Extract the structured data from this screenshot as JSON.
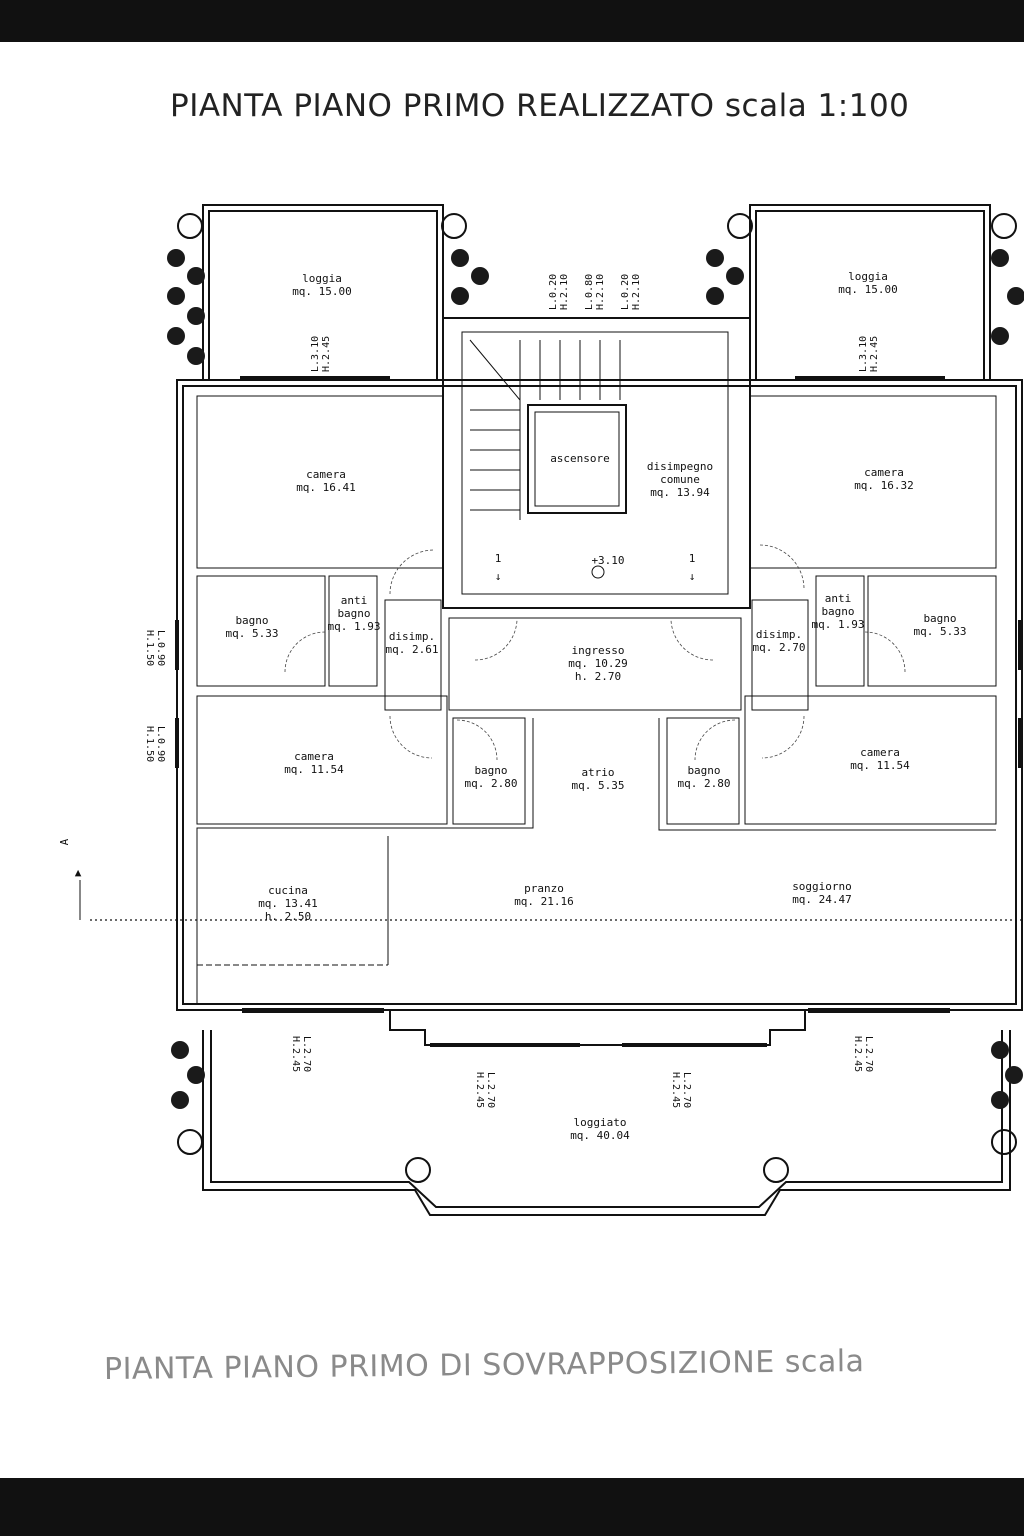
{
  "title_main": "PIANTA PIANO PRIMO REALIZZATO scala 1:100",
  "title_sub": "PIANTA PIANO PRIMO DI SOVRAPPOSIZIONE scala",
  "section_marker": "A",
  "level_marker": "+3.10",
  "stair_arrows": [
    "1",
    "1"
  ],
  "rooms": [
    {
      "id": "loggia-left",
      "lines": [
        "loggia",
        "mq. 15.00"
      ]
    },
    {
      "id": "loggia-right",
      "lines": [
        "loggia",
        "mq. 15.00"
      ]
    },
    {
      "id": "camera-top-left",
      "lines": [
        "camera",
        "mq. 16.41"
      ]
    },
    {
      "id": "camera-top-right",
      "lines": [
        "camera",
        "mq. 16.32"
      ]
    },
    {
      "id": "ascensore",
      "lines": [
        "ascensore"
      ]
    },
    {
      "id": "disimpegno-comune",
      "lines": [
        "disimpegno",
        "comune",
        "mq. 13.94"
      ]
    },
    {
      "id": "bagno-left",
      "lines": [
        "bagno",
        "mq. 5.33"
      ]
    },
    {
      "id": "antibagno-left",
      "lines": [
        "anti",
        "bagno",
        "mq. 1.93"
      ]
    },
    {
      "id": "disimp-left",
      "lines": [
        "disimp.",
        "mq. 2.61"
      ]
    },
    {
      "id": "ingresso",
      "lines": [
        "ingresso",
        "mq. 10.29",
        "h. 2.70"
      ]
    },
    {
      "id": "disimp-right",
      "lines": [
        "disimp.",
        "mq. 2.70"
      ]
    },
    {
      "id": "antibagno-right",
      "lines": [
        "anti",
        "bagno",
        "mq. 1.93"
      ]
    },
    {
      "id": "bagno-right",
      "lines": [
        "bagno",
        "mq. 5.33"
      ]
    },
    {
      "id": "camera-mid-left",
      "lines": [
        "camera",
        "mq. 11.54"
      ]
    },
    {
      "id": "bagno-small-left",
      "lines": [
        "bagno",
        "mq. 2.80"
      ]
    },
    {
      "id": "atrio",
      "lines": [
        "atrio",
        "mq. 5.35"
      ]
    },
    {
      "id": "bagno-small-right",
      "lines": [
        "bagno",
        "mq. 2.80"
      ]
    },
    {
      "id": "camera-mid-right",
      "lines": [
        "camera",
        "mq. 11.54"
      ]
    },
    {
      "id": "cucina",
      "lines": [
        "cucina",
        "mq. 13.41",
        "h. 2.50"
      ]
    },
    {
      "id": "pranzo",
      "lines": [
        "pranzo",
        "mq. 21.16"
      ]
    },
    {
      "id": "soggiorno",
      "lines": [
        "soggiorno",
        "mq. 24.47"
      ]
    },
    {
      "id": "loggiato",
      "lines": [
        "loggiato",
        "mq. 40.04"
      ]
    }
  ],
  "dimensions": [
    {
      "id": "top-1",
      "lines": [
        "L.0.20",
        "H.2.10"
      ]
    },
    {
      "id": "top-2",
      "lines": [
        "L.0.80",
        "H.2.10"
      ]
    },
    {
      "id": "top-3",
      "lines": [
        "L.0.20",
        "H.2.10"
      ]
    },
    {
      "id": "loggia-window-left",
      "lines": [
        "L.3.10",
        "H.2.45"
      ]
    },
    {
      "id": "loggia-window-right",
      "lines": [
        "L.3.10",
        "H.2.45"
      ]
    },
    {
      "id": "left-window-1",
      "lines": [
        "L.0.90",
        "H.1.50"
      ]
    },
    {
      "id": "left-window-2",
      "lines": [
        "L.0.90",
        "H.1.50"
      ]
    },
    {
      "id": "south-1",
      "lines": [
        "L.2.70",
        "H.2.45"
      ]
    },
    {
      "id": "south-2",
      "lines": [
        "L.2.70",
        "H.2.45"
      ]
    },
    {
      "id": "south-3",
      "lines": [
        "L.2.70",
        "H.2.45"
      ]
    },
    {
      "id": "south-4",
      "lines": [
        "L.2.70",
        "H.2.45"
      ]
    }
  ],
  "colors": {
    "ink": "#111111",
    "band": "#111111",
    "subtitle": "#8a8a8a"
  }
}
